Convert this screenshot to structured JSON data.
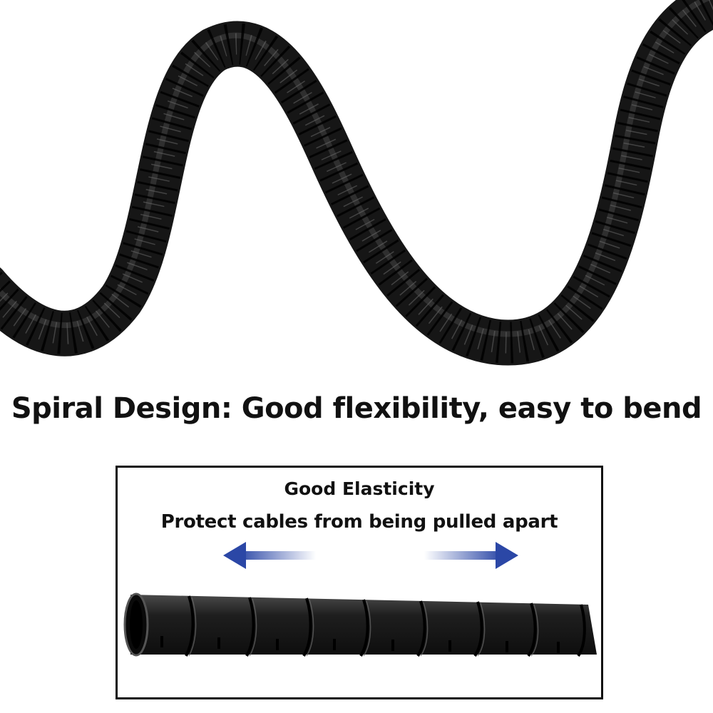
{
  "headline": "Spiral Design: Good flexibility, easy to bend",
  "panel": {
    "line1": "Good Elasticity",
    "line2": "Protect cables from being pulled apart"
  },
  "colors": {
    "tube": "#1a1a1a",
    "tube_highlight": "#5a5a5a",
    "arrow": "#2b47a6",
    "text": "#111111",
    "border": "#111111"
  },
  "icons": {
    "left_arrow": "arrow-left-icon",
    "right_arrow": "arrow-right-icon"
  }
}
